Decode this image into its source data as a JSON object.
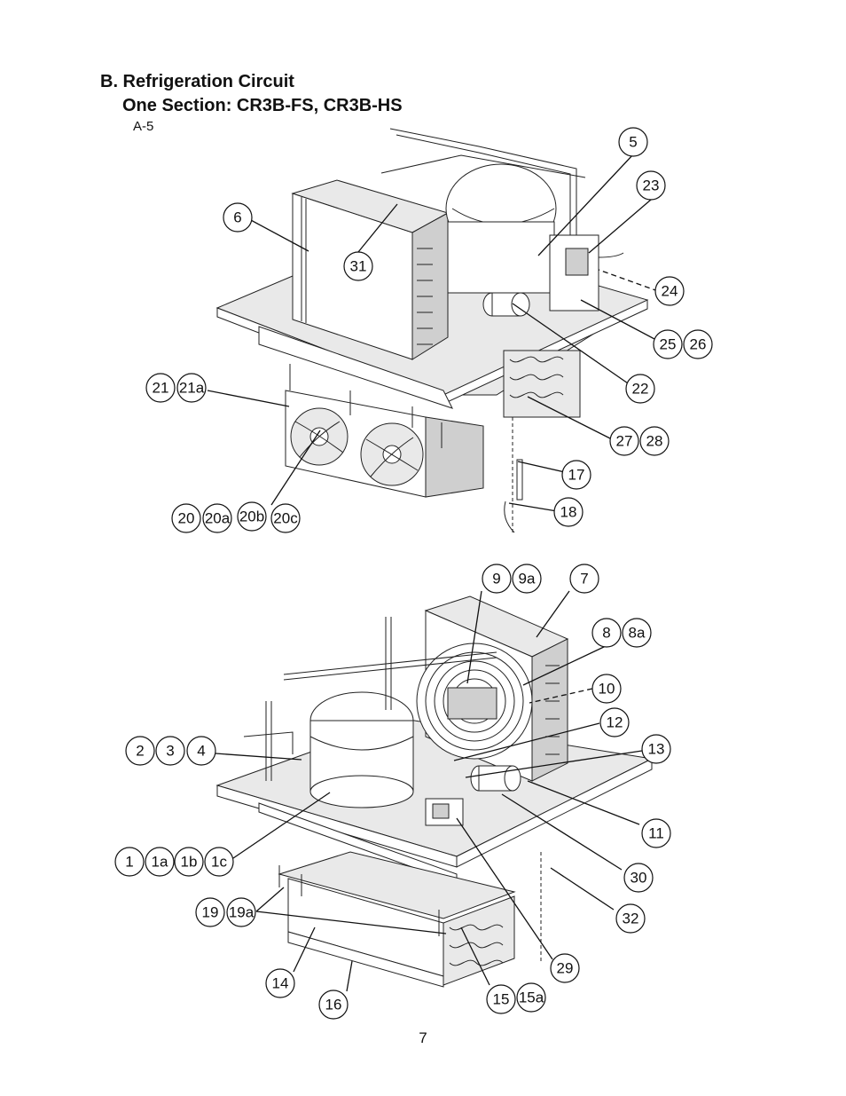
{
  "heading": {
    "line1": "B. Refrigeration Circuit",
    "line2": "One Section: CR3B-FS, CR3B-HS",
    "figure_ref": "A-5"
  },
  "page_number": "7",
  "callouts": {
    "top": [
      "5",
      "23",
      "6",
      "31",
      "24",
      "25",
      "26",
      "22",
      "21",
      "21a",
      "27",
      "28",
      "17",
      "18",
      "20",
      "20a",
      "20b",
      "20c"
    ],
    "bottom": [
      "9",
      "9a",
      "7",
      "8",
      "8a",
      "10",
      "12",
      "2",
      "3",
      "4",
      "13",
      "11",
      "1",
      "1a",
      "1b",
      "1c",
      "30",
      "19",
      "19a",
      "32",
      "29",
      "14",
      "16",
      "15",
      "15a"
    ]
  }
}
